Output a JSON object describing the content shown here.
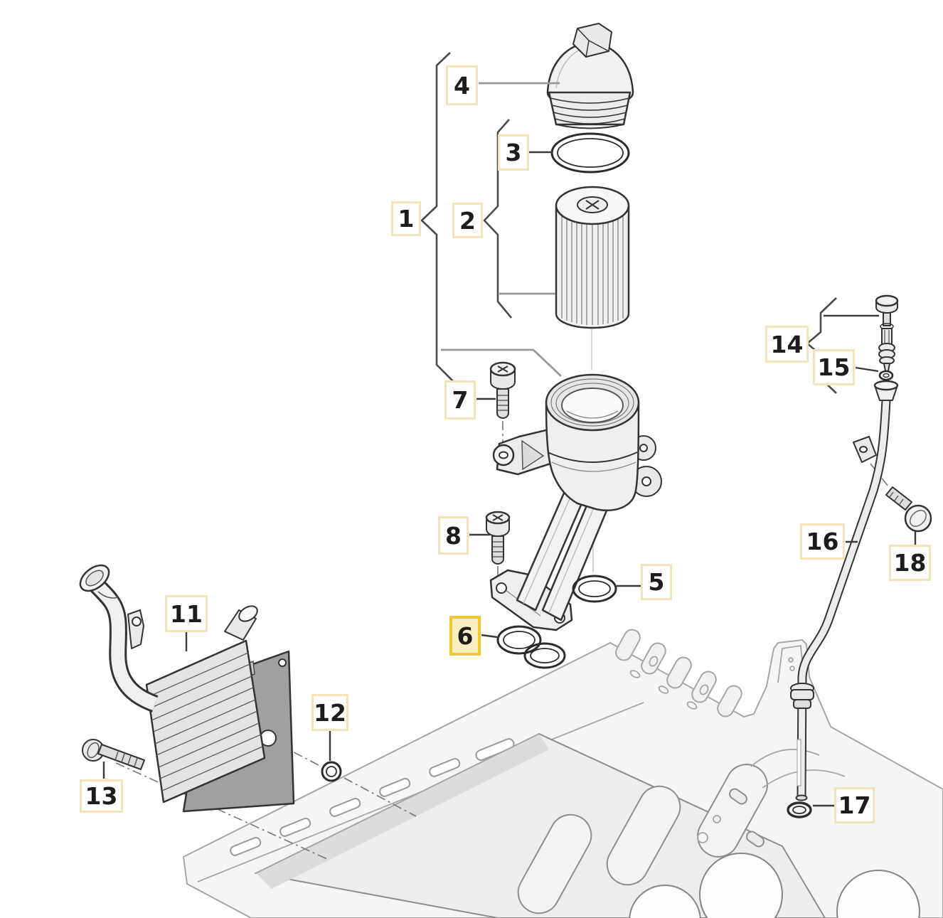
{
  "diagram": {
    "kind": "exploded-parts-diagram",
    "selected_callout": "6"
  },
  "callouts": [
    {
      "number": "1",
      "highlighted": false
    },
    {
      "number": "2",
      "highlighted": false
    },
    {
      "number": "3",
      "highlighted": false
    },
    {
      "number": "4",
      "highlighted": false
    },
    {
      "number": "5",
      "highlighted": false
    },
    {
      "number": "6",
      "highlighted": true
    },
    {
      "number": "7",
      "highlighted": false
    },
    {
      "number": "8",
      "highlighted": false
    },
    {
      "number": "11",
      "highlighted": false
    },
    {
      "number": "12",
      "highlighted": false
    },
    {
      "number": "13",
      "highlighted": false
    },
    {
      "number": "14",
      "highlighted": false
    },
    {
      "number": "15",
      "highlighted": false
    },
    {
      "number": "16",
      "highlighted": false
    },
    {
      "number": "17",
      "highlighted": false
    },
    {
      "number": "18",
      "highlighted": false
    }
  ],
  "colors": {
    "background": "#ffffff",
    "callout_border": "#f2e3ba",
    "callout_background": "#ffffff",
    "callout_text": "#1d1d1b",
    "highlight_border": "#eec737",
    "highlight_background": "#f9efc0",
    "line_art": "#333333",
    "block_line_art": "#a6a6a6"
  }
}
